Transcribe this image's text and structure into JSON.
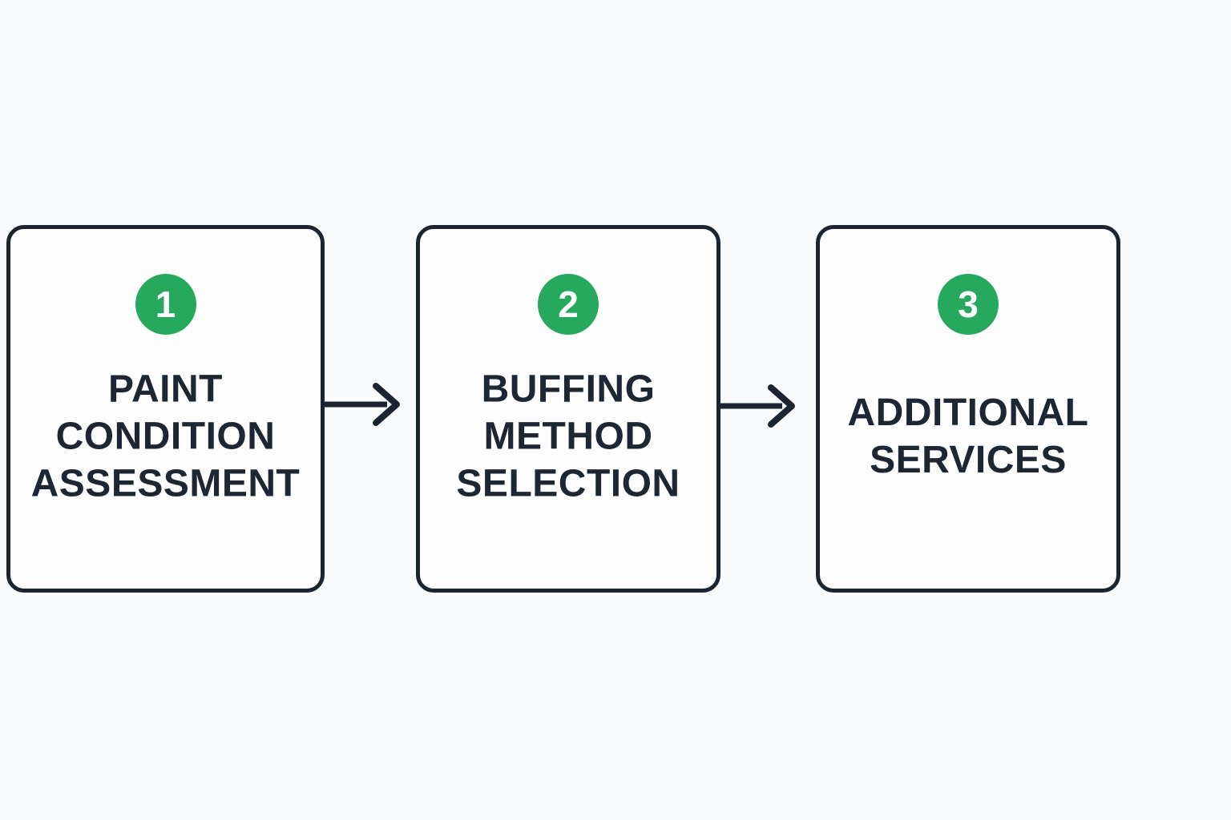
{
  "diagram": {
    "type": "horizontal-flowchart",
    "step_count": 3
  },
  "colors": {
    "page_background": "#f8fafb",
    "box_fill": "#fdfdfe",
    "outline_ink": "#1b2531",
    "title_ink": "#1d2733",
    "badge_green": "#26a95f",
    "badge_number_color": "#ffffff"
  },
  "steps": [
    {
      "number": "1",
      "lines": [
        "PAINT",
        "CONDITION",
        "ASSESSMENT"
      ],
      "label": "PAINT CONDITION ASSESSMENT"
    },
    {
      "number": "2",
      "lines": [
        "BUFFING",
        "METHOD",
        "SELECTION"
      ],
      "label": "BUFFING METHOD SELECTION"
    },
    {
      "number": "3",
      "lines": [
        "ADDITIONAL",
        "SERVICES"
      ],
      "label": "ADDITIONAL SERVICES"
    }
  ],
  "connectors": [
    {
      "from": "1",
      "to": "2",
      "direction": "right"
    },
    {
      "from": "2",
      "to": "3",
      "direction": "right"
    }
  ]
}
